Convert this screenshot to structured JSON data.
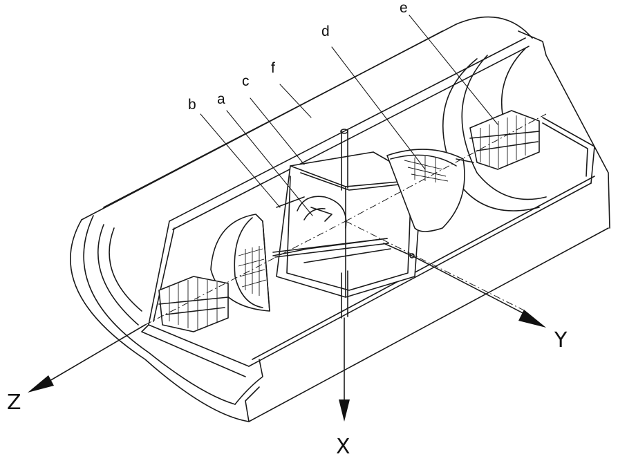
{
  "labels": {
    "a": "a",
    "b": "b",
    "c": "c",
    "d": "d",
    "e": "e",
    "f": "f"
  },
  "axes": {
    "x": "X",
    "y": "Y",
    "z": "Z"
  }
}
